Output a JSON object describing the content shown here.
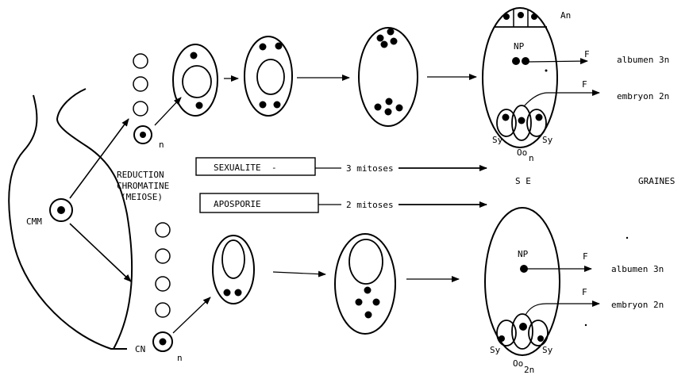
{
  "labels": {
    "cmm": "CMM",
    "reduction_line1": "REDUCTION",
    "reduction_line2": "CHROMATINE",
    "reduction_line3": "(MEIOSE)",
    "n_upper": "n",
    "cn": "CN",
    "n_lower": "n",
    "an": "An",
    "np_upper": "NP",
    "f_albumen_upper": "F",
    "f_embryon_upper": "F",
    "albumen_upper": "albumen 3n",
    "embryon_upper": "embryon 2n",
    "sy_upper_left": "Sy",
    "sy_upper_right": "Sy",
    "oo_upper": "Oo",
    "oo_upper_sub": "n",
    "sexualite": "SEXUALITE",
    "sexualite_dash": "-",
    "apospori": "APOSPORIE",
    "mitoses_3": "3 mitoses",
    "mitoses_2": "2 mitoses",
    "se": "S E",
    "graines": "GRAINES",
    "np_lower": "NP",
    "f_albumen_lower": "F",
    "f_embryon_lower": "F",
    "albumen_lower": "albumen 3n",
    "embryon_lower": "embryon 2n",
    "sy_lower_left": "Sy",
    "sy_lower_right": "Sy",
    "oo_lower": "Oo",
    "oo_lower_sub": "2n"
  }
}
